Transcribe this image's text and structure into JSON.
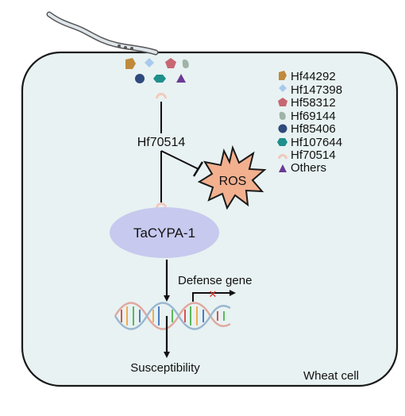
{
  "cell_label": "Wheat cell",
  "effector_label": "Hf70514",
  "ros_label": "ROS",
  "protein_label": "TaCYPA-1",
  "gene_label": "Defense gene",
  "outcome_label": "Susceptibility",
  "legend": [
    {
      "label": "Hf44292",
      "shape": "irregular-blob",
      "color": "#c08a3c"
    },
    {
      "label": "Hf147398",
      "shape": "diamond",
      "color": "#a9c9ee"
    },
    {
      "label": "Hf58312",
      "shape": "pentagon",
      "color": "#c76772"
    },
    {
      "label": "Hf69144",
      "shape": "leaf",
      "color": "#9fb3a6"
    },
    {
      "label": "Hf85406",
      "shape": "circle",
      "color": "#2f4a7c"
    },
    {
      "label": "Hf107644",
      "shape": "hexagon",
      "color": "#1f8f8c"
    },
    {
      "label": "Hf70514",
      "shape": "crescent",
      "color": "#f2c9bd"
    },
    {
      "label": "Others",
      "shape": "triangle",
      "color": "#6a3b95"
    }
  ],
  "colors": {
    "cell_fill": "#e8f2f2",
    "cell_border": "#1a1a1a",
    "ros_fill": "#f2b08f",
    "protein_fill": "#c7c9ee",
    "block_mark": "#e0302a"
  }
}
